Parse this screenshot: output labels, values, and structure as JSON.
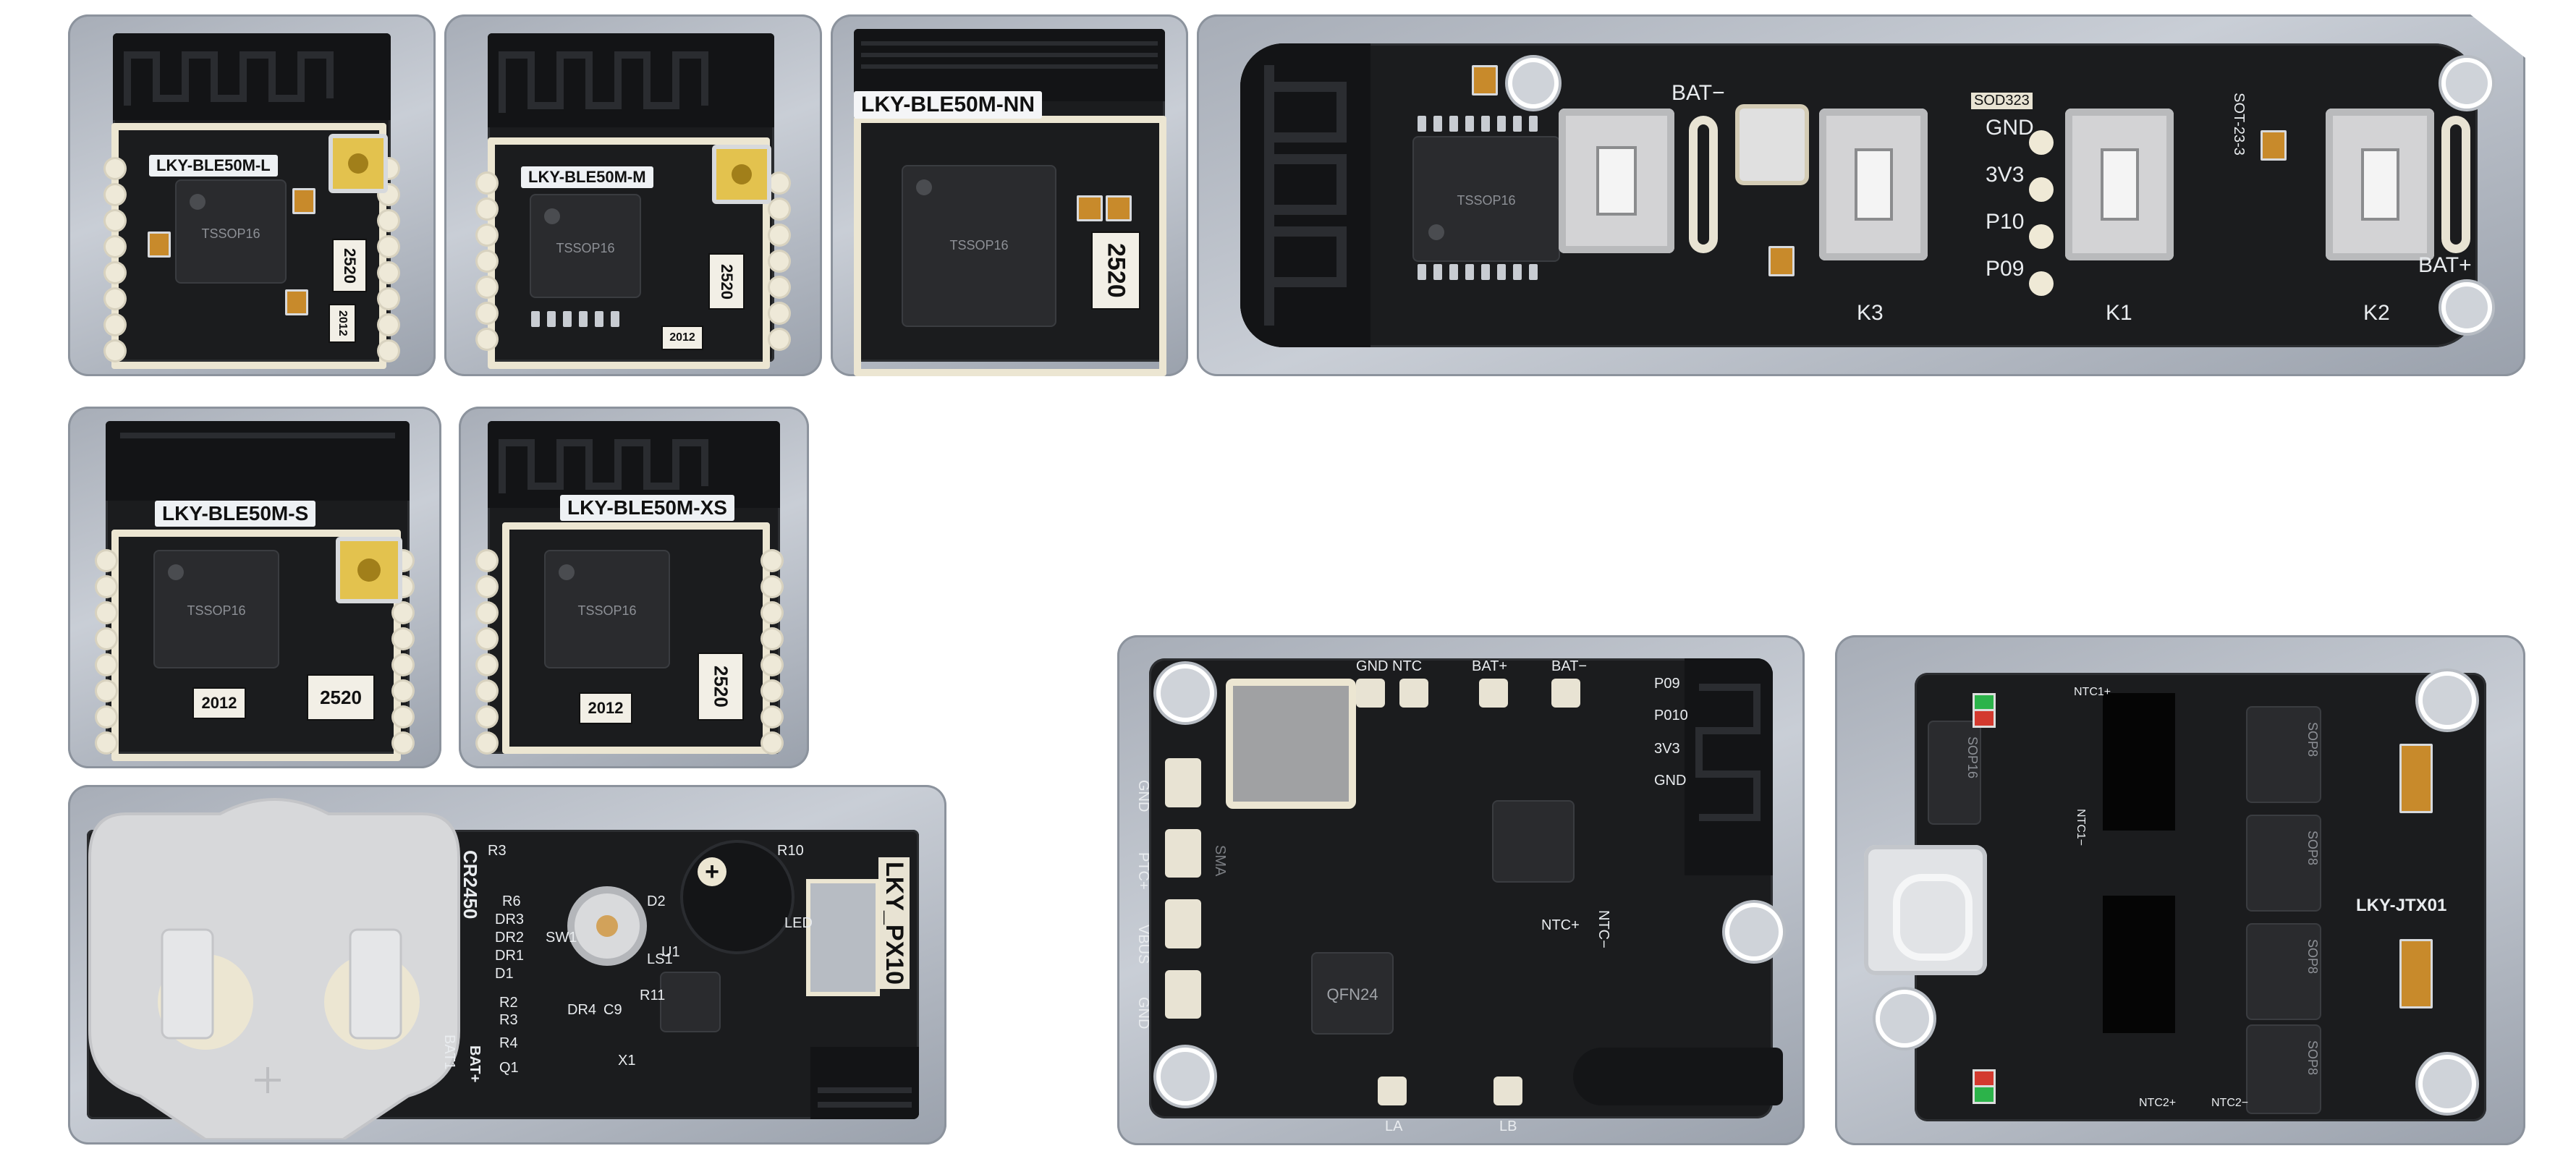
{
  "modules": {
    "ble50m_l": {
      "label": "LKY-BLE50M-L",
      "ic": "TSSOP16",
      "parts": [
        "2520",
        "2012"
      ]
    },
    "ble50m_m": {
      "label": "LKY-BLE50M-M",
      "ic": "TSSOP16",
      "parts": [
        "2520",
        "2012"
      ]
    },
    "ble50m_nn": {
      "label": "LKY-BLE50M-NN",
      "ic": "TSSOP16",
      "parts": [
        "2520"
      ]
    },
    "ble50m_s": {
      "label": "LKY-BLE50M-S",
      "ic": "TSSOP16",
      "parts": [
        "2012",
        "2520"
      ]
    },
    "ble50m_xs": {
      "label": "LKY-BLE50M-XS",
      "ic": "TSSOP16",
      "parts": [
        "2012",
        "2520"
      ]
    }
  },
  "remote_board": {
    "ic": "TSSOP16",
    "silk": {
      "bat_minus": "BAT−",
      "bat_plus": "BAT+",
      "gnd": "GND",
      "v33": "3V3",
      "p10": "P10",
      "p09": "P09",
      "k1": "K1",
      "k2": "K2",
      "k3": "K3",
      "sod": "SOD323",
      "sot": "SOT-23-3"
    }
  },
  "coin_board": {
    "title": "LKY_PX10",
    "battery": "CR2450",
    "silk": [
      "R3",
      "R6",
      "DR3",
      "DR2",
      "DR1",
      "D1",
      "R2",
      "R3",
      "R4",
      "Q1",
      "DR4",
      "C9",
      "R11",
      "D2",
      "LS1",
      "SW1",
      "U1",
      "X1",
      "R10",
      "LED",
      "BAT+",
      "BAT1"
    ]
  },
  "charger_board": {
    "ic_main": "QFN24",
    "silk": {
      "gnd_top": "GND",
      "ntc_top": "NTC",
      "bat_plus": "BAT+",
      "bat_minus": "BAT−",
      "p09": "P09",
      "p010": "P010",
      "v33": "3V3",
      "gnd_r": "GND",
      "gnd_l": "GND",
      "ptc_plus": "PTC+",
      "vbus": "VBUS",
      "gnd_l2": "GND",
      "sma": "SMA",
      "ntc_plus": "NTC+",
      "ntc_minus": "NTC−",
      "la": "LA",
      "lb": "LB"
    }
  },
  "jtx_board": {
    "title": "LKY-JTX01",
    "ics": [
      "SOP8",
      "SOP8",
      "SOP8",
      "SOP8",
      "SOP16"
    ],
    "silk": {
      "ntc1_plus": "NTC1+",
      "ntc1_minus": "NTC1−",
      "ntc2_plus": "NTC2+",
      "ntc2_minus": "NTC2−"
    }
  }
}
